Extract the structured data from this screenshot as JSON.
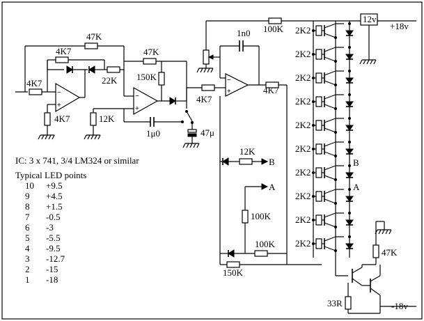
{
  "labels": {
    "r_top_left": "47K",
    "r_fb": "4K7",
    "r_in": "4K7",
    "r_bias": "4K7",
    "r_22k": "22K",
    "r_47k_mid": "47K",
    "r_150k_mid": "150K",
    "r_12k_left": "12K",
    "c_1u": "1μ0",
    "r_4k7_mid": "4K7",
    "c_47u": "47μ",
    "c_1n": "1n0",
    "r_100k_top": "100K",
    "r_4k7_out": "4K7",
    "r_12k_b": "12K",
    "node_b": "B",
    "node_a": "A",
    "r_100k_a": "100K",
    "r_100k_low": "100K",
    "r_150k_low": "150K",
    "r_47k_right": "47K",
    "r_33r": "33R",
    "supply_pos": "+18v",
    "supply_neg": "-18v",
    "reg_12v": "12v",
    "led_res": [
      "2K2",
      "2K2",
      "2K2",
      "2K2",
      "2K2",
      "2K2",
      "2K2",
      "2K2",
      "2K2",
      "2K2"
    ],
    "b_right": "B",
    "a_right": "A"
  },
  "notes": {
    "ic": "IC: 3 x 741, 3/4 LM324 or similar",
    "led_title": "Typical LED points",
    "led_points": [
      {
        "n": "10",
        "v": "+9.5"
      },
      {
        "n": "9",
        "v": "+4.5"
      },
      {
        "n": "8",
        "v": "+1.5"
      },
      {
        "n": "7",
        "v": "-0.5"
      },
      {
        "n": "6",
        "v": "-3"
      },
      {
        "n": "5",
        "v": "-5.5"
      },
      {
        "n": "4",
        "v": "-9.5"
      },
      {
        "n": "3",
        "v": "-12.7"
      },
      {
        "n": "2",
        "v": "-15"
      },
      {
        "n": "1",
        "v": "-18"
      }
    ]
  },
  "opamp_signs": {
    "minus": "−",
    "plus": "+"
  }
}
